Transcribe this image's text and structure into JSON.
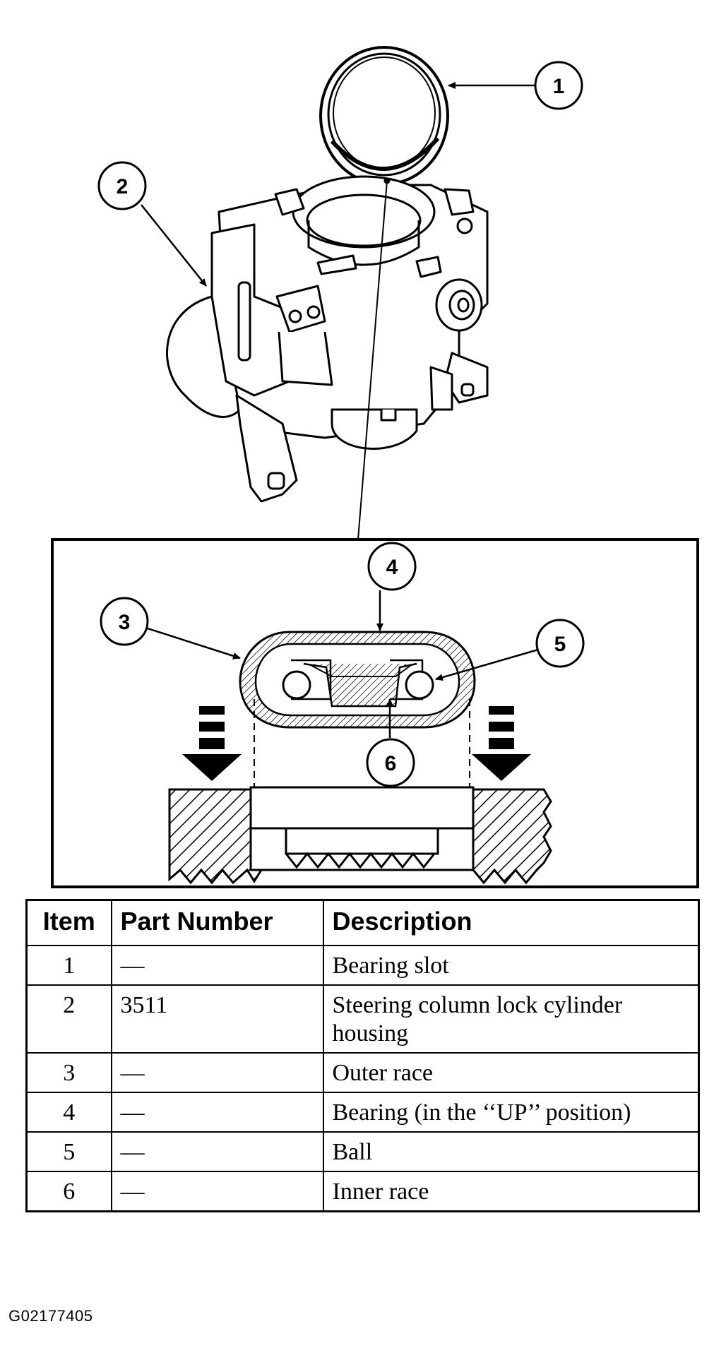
{
  "callouts": [
    "1",
    "2",
    "3",
    "4",
    "5",
    "6"
  ],
  "table": {
    "headers": [
      "Item",
      "Part Number",
      "Description"
    ],
    "rows": [
      {
        "item": "1",
        "part": "—",
        "desc": "Bearing slot"
      },
      {
        "item": "2",
        "part": "3511",
        "desc": "Steering column lock cylinder housing"
      },
      {
        "item": "3",
        "part": "—",
        "desc": "Outer race"
      },
      {
        "item": "4",
        "part": "—",
        "desc": "Bearing (in the ‘‘UP’’ position)"
      },
      {
        "item": "5",
        "part": "—",
        "desc": "Ball"
      },
      {
        "item": "6",
        "part": "—",
        "desc": "Inner race"
      }
    ]
  },
  "figure_id": "G02177405"
}
